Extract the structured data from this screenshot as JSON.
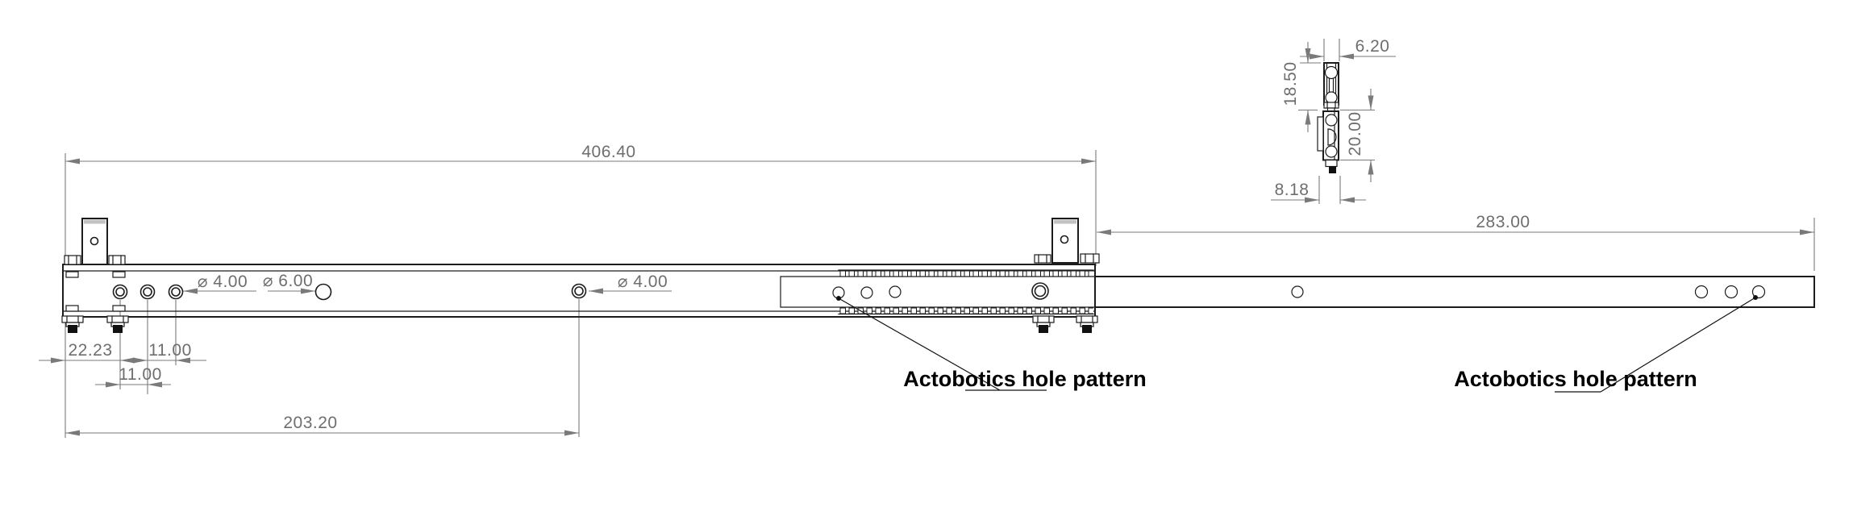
{
  "drawing": {
    "kind": "CAD dimensioned drawing of a telescoping drawer-slide rail",
    "dimensions": {
      "overall_length": "406.40",
      "extension_length": "283.00",
      "end_offset": "22.23",
      "hole_pitch_upper": "11.00",
      "hole_pitch_lower": "11.00",
      "half_length": "203.20",
      "hole_dia_small_left": "⌀ 4.00",
      "hole_dia_center": "⌀ 6.00",
      "hole_dia_small_mid": "⌀ 4.00",
      "profile_width": "6.20",
      "profile_upper_height": "18.50",
      "profile_lower_height": "20.00",
      "profile_lower_width": "8.18"
    },
    "annotations": {
      "left_note": "Actobotics hole pattern",
      "right_note": "Actobotics hole pattern"
    },
    "colors": {
      "geometry_line": "#1c1c1c",
      "dimension_line": "#7a7a7a",
      "dimension_text": "#6e6e6e",
      "note_text": "#000000",
      "background": "#ffffff"
    }
  }
}
